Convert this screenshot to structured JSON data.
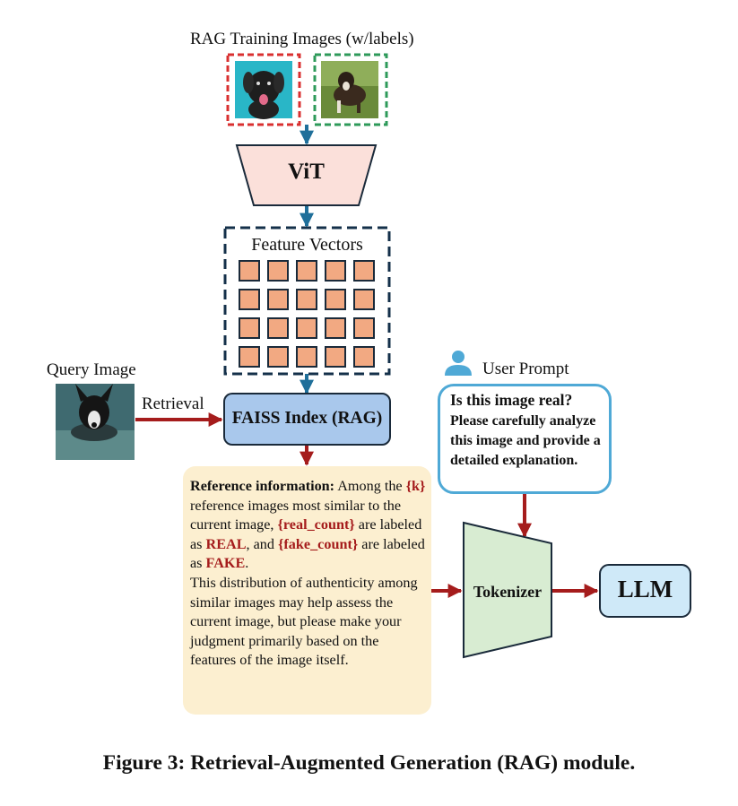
{
  "training": {
    "title": "RAG Training Images (w/labels)"
  },
  "vit": {
    "label": "ViT"
  },
  "features": {
    "label": "Feature Vectors"
  },
  "query": {
    "label": "Query Image",
    "arrow_label": "Retrieval"
  },
  "faiss": {
    "label": "FAISS Index (RAG)"
  },
  "reference": {
    "lead": "Reference information:",
    "t1": " Among the ",
    "k": "{k}",
    "t2": " reference images most similar to the current image, ",
    "real_count": "{real_count}",
    "t3": " are labeled as ",
    "real": "REAL",
    "t4": ", and ",
    "fake_count": "{fake_count}",
    "t5": " are labeled as ",
    "fake": "FAKE",
    "t6": ".",
    "tail": "This distribution of authenticity among similar images may help assess the current image, but please make your judgment primarily based on the features of the image itself."
  },
  "user_prompt": {
    "label": "User Prompt",
    "question": "Is this image real?",
    "body": "Please carefully analyze this image and provide a detailed explanation."
  },
  "tokenizer": {
    "label": "Tokenizer"
  },
  "llm": {
    "label": "LLM"
  },
  "caption": "Figure 3: Retrieval-Augmented Generation (RAG) module.",
  "colors": {
    "fake_frame": "#d93030",
    "real_frame": "#2e9a5a",
    "blue_arrow": "#1f6f9a",
    "red_arrow": "#a51c1c",
    "vit_fill": "#fbe0da",
    "feature_cell": "#f2a982",
    "faiss_fill": "#a9c8ec",
    "tokenizer_fill": "#d8ecd2",
    "llm_fill": "#cfe9f8",
    "prompt_border": "#4fa9d6",
    "ref_fill": "#fcefd0"
  }
}
